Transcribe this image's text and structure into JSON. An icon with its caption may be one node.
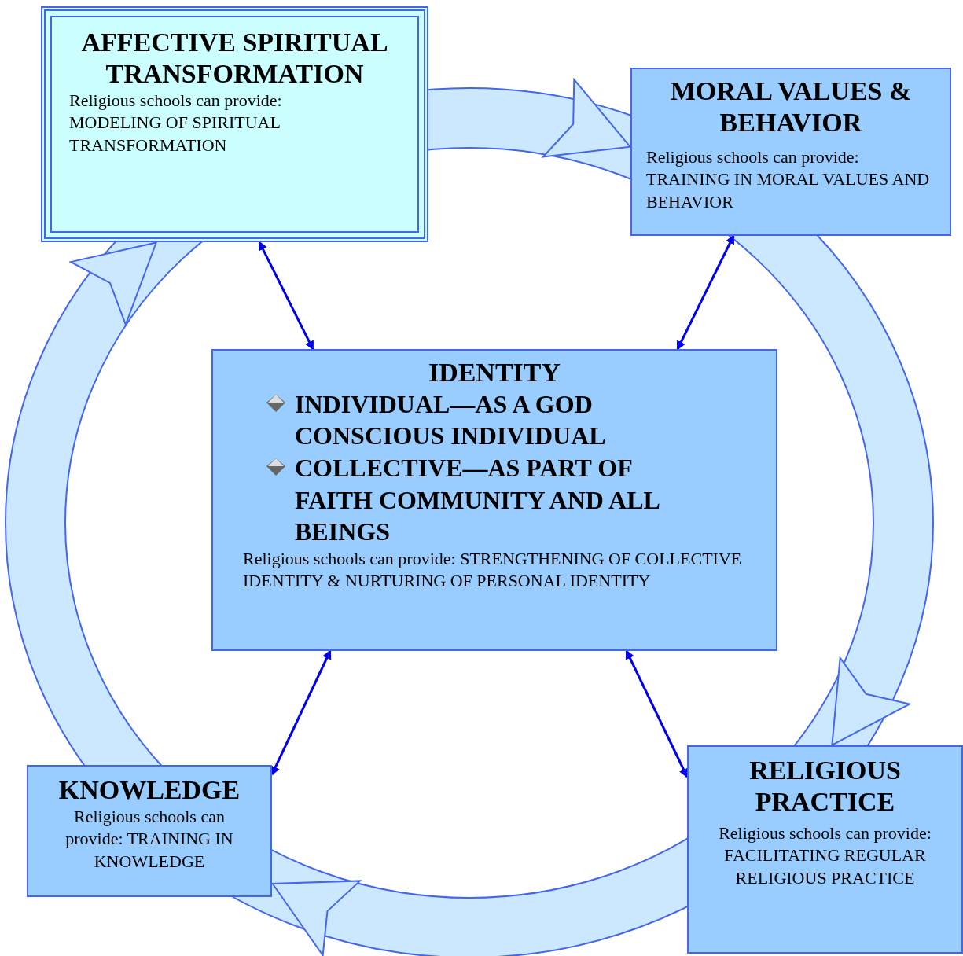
{
  "diagram": {
    "nodes": [
      {
        "text": [
          "AFFECTIVE SPIRITUAL TRANSFORMATION",
          "Religious schools can provide: MODELING OF SPIRITUAL TRANSFORMATION"
        ]
      },
      {
        "text": [
          "MORAL VALUES & BEHAVIOR",
          "Religious schools can provide: TRAINING IN MORAL VALUES AND BEHAVIOR"
        ]
      },
      {
        "text": [
          "IDENTITY",
          "INDIVIDUAL—AS A GOD CONSCIOUS INDIVIDUAL",
          "COLLECTIVE—AS PART OF FAITH COMMUNITY AND ALL BEINGS",
          "Religious schools can provide: STRENGTHENING OF COLLECTIVE IDENTITY & NURTURING OF PERSONAL IDENTITY"
        ]
      },
      {
        "text": [
          "KNOWLEDGE",
          "Religious schools can provide: TRAINING IN KNOWLEDGE"
        ]
      },
      {
        "text": [
          "RELIGIOUS PRACTICE",
          "Religious schools can provide: FACILITATING REGULAR RELIGIOUS PRACTICE"
        ]
      }
    ],
    "edges": [
      {
        "from": 0,
        "to": 1,
        "arrow": "to",
        "style": "thick",
        "color": "#cce8ff"
      },
      {
        "from": 1,
        "to": 4,
        "arrow": "to",
        "style": "thick",
        "color": "#cce8ff"
      },
      {
        "from": 4,
        "to": 3,
        "arrow": "to",
        "style": "thick",
        "color": "#cce8ff"
      },
      {
        "from": 3,
        "to": 0,
        "arrow": "to",
        "style": "thick",
        "color": "#cce8ff"
      },
      {
        "from": 0,
        "to": 2,
        "arrow": "both",
        "color": "#0000ee"
      },
      {
        "from": 1,
        "to": 2,
        "arrow": "both",
        "color": "#0000ee"
      },
      {
        "from": 3,
        "to": 2,
        "arrow": "both",
        "color": "#0000ee"
      },
      {
        "from": 4,
        "to": 2,
        "arrow": "both",
        "color": "#0000ee"
      }
    ]
  }
}
